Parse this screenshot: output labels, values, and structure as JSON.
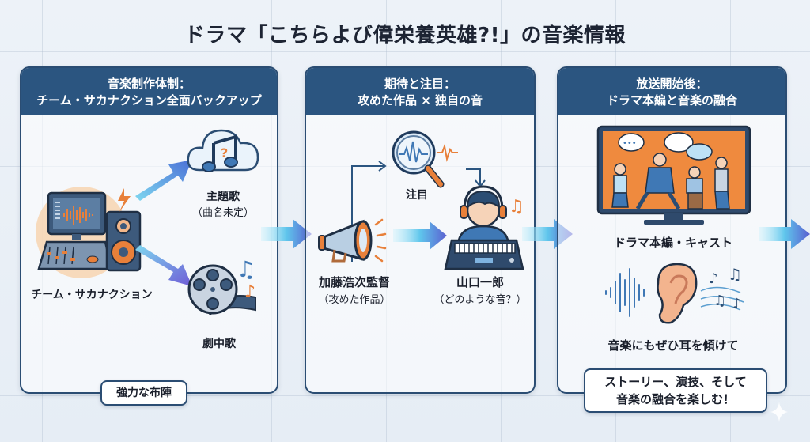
{
  "title": "ドラマ「こちらよび偉栄養英雄?!」の音楽情報",
  "panels": [
    {
      "header_line1": "音楽制作体制：",
      "header_line2": "チーム・サカナクション全面バックアップ",
      "team_label": "チーム・サカナクション",
      "theme_song_label": "主題歌",
      "theme_song_note": "（曲名未定）",
      "insert_song_label": "劇中歌",
      "callout": "強力な布陣"
    },
    {
      "header_line1": "期待と注目：",
      "header_line2": "攻めた作品 × 独自の音",
      "attention_label": "注目",
      "director_label": "加藤浩次監督",
      "director_note": "（攻めた作品）",
      "composer_label": "山口一郎",
      "composer_note": "（どのような音？）"
    },
    {
      "header_line1": "放送開始後：",
      "header_line2": "ドラマ本編と音楽の融合",
      "drama_label": "ドラマ本編・キャスト",
      "listen_label": "音楽にもぜひ耳を傾けて",
      "callout_line1": "ストーリー、演技、そして",
      "callout_line2": "音楽の融合を楽しむ！"
    }
  ],
  "colors": {
    "panel_header": "#2b5580",
    "panel_border": "#2b4d73",
    "accent_orange": "#e8803a",
    "accent_blue": "#3f78b5"
  }
}
